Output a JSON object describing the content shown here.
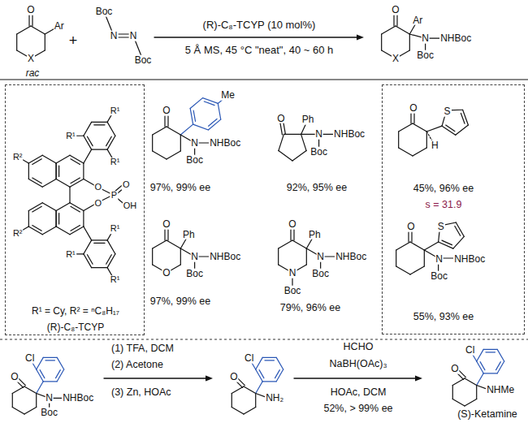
{
  "diagram": {
    "nodes": [
      {
        "text": [
          "R¹",
          "R¹",
          "R²",
          "R¹",
          "O",
          "O",
          "P",
          "O",
          "OH",
          "R¹",
          "R²",
          "R¹",
          "R¹",
          "R¹ = Cy, R² = ⁿC₈H₁₇",
          "(R)-C₈-TCYP"
        ]
      },
      {
        "text": [
          "O",
          "S",
          "H",
          "45%, 96% ee",
          "s = 31.9",
          "O",
          "S",
          "N",
          "NHBoc",
          "Boc",
          "55%, 93% ee"
        ]
      }
    ],
    "labels": [
      "O",
      "Ar",
      "X",
      "rac",
      "+",
      "Boc",
      "N",
      "N",
      "Boc",
      "(R)-C₈-TCYP (10 mol%)",
      "5 Å MS, 45 °C \"neat\", 40 ~ 60 h",
      "O",
      "Ar",
      "N",
      "NHBoc",
      "Boc",
      "X",
      "O",
      "Me",
      "N",
      "NHBoc",
      "Boc",
      "97%, 99% ee",
      "O",
      "Ph",
      "N",
      "NHBoc",
      "Boc",
      "92%, 95% ee",
      "O",
      "Ph",
      "N",
      "NHBoc",
      "Boc",
      "O",
      "97%, 99% ee",
      "O",
      "Ph",
      "N",
      "NHBoc",
      "Boc",
      "N",
      "Boc",
      "79%, 96% ee",
      "Cl",
      "O",
      "N",
      "NHBoc",
      "Boc",
      "(1) TFA, DCM",
      "(2) Acetone",
      "(3) Zn, HOAc",
      "Cl",
      "O",
      "NH₂",
      "HCHO",
      "NaBH(OAc)₃",
      "HOAc, DCM",
      "52%, > 99% ee",
      "Cl",
      "O",
      "NHMe",
      "(S)-Ketamine"
    ]
  }
}
